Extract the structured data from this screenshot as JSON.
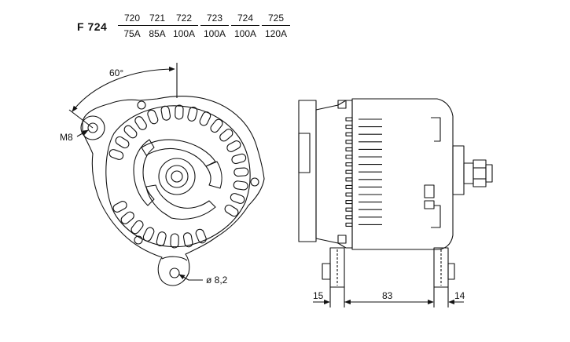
{
  "model": "F 724",
  "variants": [
    {
      "code": "720",
      "current": "75A"
    },
    {
      "code": "721",
      "current": "85A"
    },
    {
      "code": "722",
      "current": "100A"
    },
    {
      "code": "723",
      "current": "100A"
    },
    {
      "code": "724",
      "current": "100A"
    },
    {
      "code": "725",
      "current": "120A"
    }
  ],
  "front_view": {
    "angle_label": "60°",
    "thread_label": "M8",
    "hole_label": "ø 8,2"
  },
  "side_view": {
    "dimensions": [
      "15",
      "83",
      "14"
    ]
  }
}
